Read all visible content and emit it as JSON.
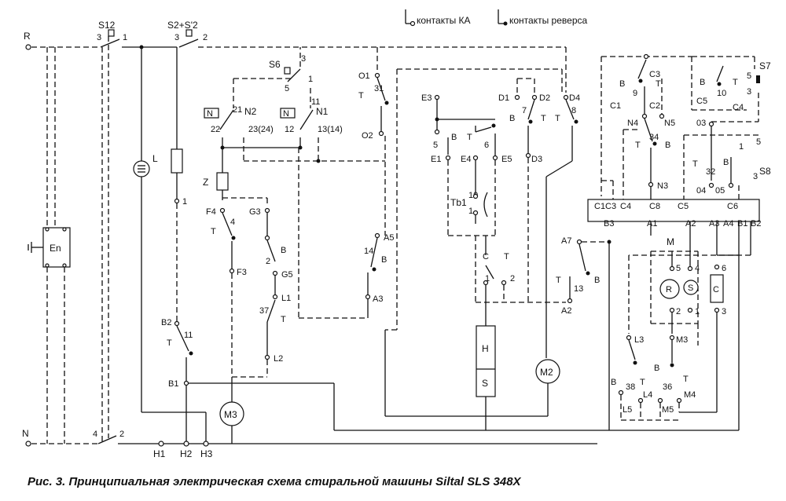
{
  "legend": {
    "ka": "контакты КА",
    "reverse": "контакты реверса"
  },
  "caption": "Рис. 3. Принципиальная электрическая схема стиральной машины Siltal SLS 348X",
  "power": {
    "r": "R",
    "n": "N"
  },
  "labels": {
    "S12": "S12",
    "S2": "S2+S'2",
    "S6": "S6",
    "S7": "S7",
    "S8": "S8",
    "N2": "N2",
    "N1": "N1",
    "L": "L",
    "Z": "Z",
    "En": "En",
    "M": "M",
    "M2": "M2",
    "M3": "M3",
    "H": "H",
    "S": "S",
    "R": "R",
    "Sm": "S",
    "Cm": "C",
    "Tb1": "Tb1",
    "H1": "H1",
    "H2": "H2",
    "H3": "H3",
    "O1": "O1",
    "O2": "O2",
    "E3": "E3",
    "E1": "E1",
    "E4": "E4",
    "E5": "E5",
    "D1": "D1",
    "D2": "D2",
    "D3": "D3",
    "D4": "D4",
    "F4": "F4",
    "F3": "F3",
    "G3": "G3",
    "G5": "G5",
    "L1": "L1",
    "L2": "L2",
    "L3": "L3",
    "L4": "L4",
    "L5": "L5",
    "A5": "A5",
    "A3": "A3",
    "A7": "A7",
    "A2": "A2",
    "B1": "B1",
    "B2": "B2",
    "M3c": "M3",
    "M4": "M4",
    "M5": "M5",
    "N3": "N3",
    "N4": "N4",
    "N5": "N5",
    "C1": "C1",
    "C2": "C2",
    "C3": "C3",
    "C4": "C4",
    "C5": "C5",
    "n03": "03",
    "n04": "04",
    "n05": "05",
    "conn_top": [
      "C1",
      "C3",
      "C4",
      "C8",
      "C5",
      "C6"
    ],
    "conn_bot": [
      "B3",
      "A1",
      "A2",
      "A3",
      "A4",
      "B1",
      "B2"
    ]
  }
}
